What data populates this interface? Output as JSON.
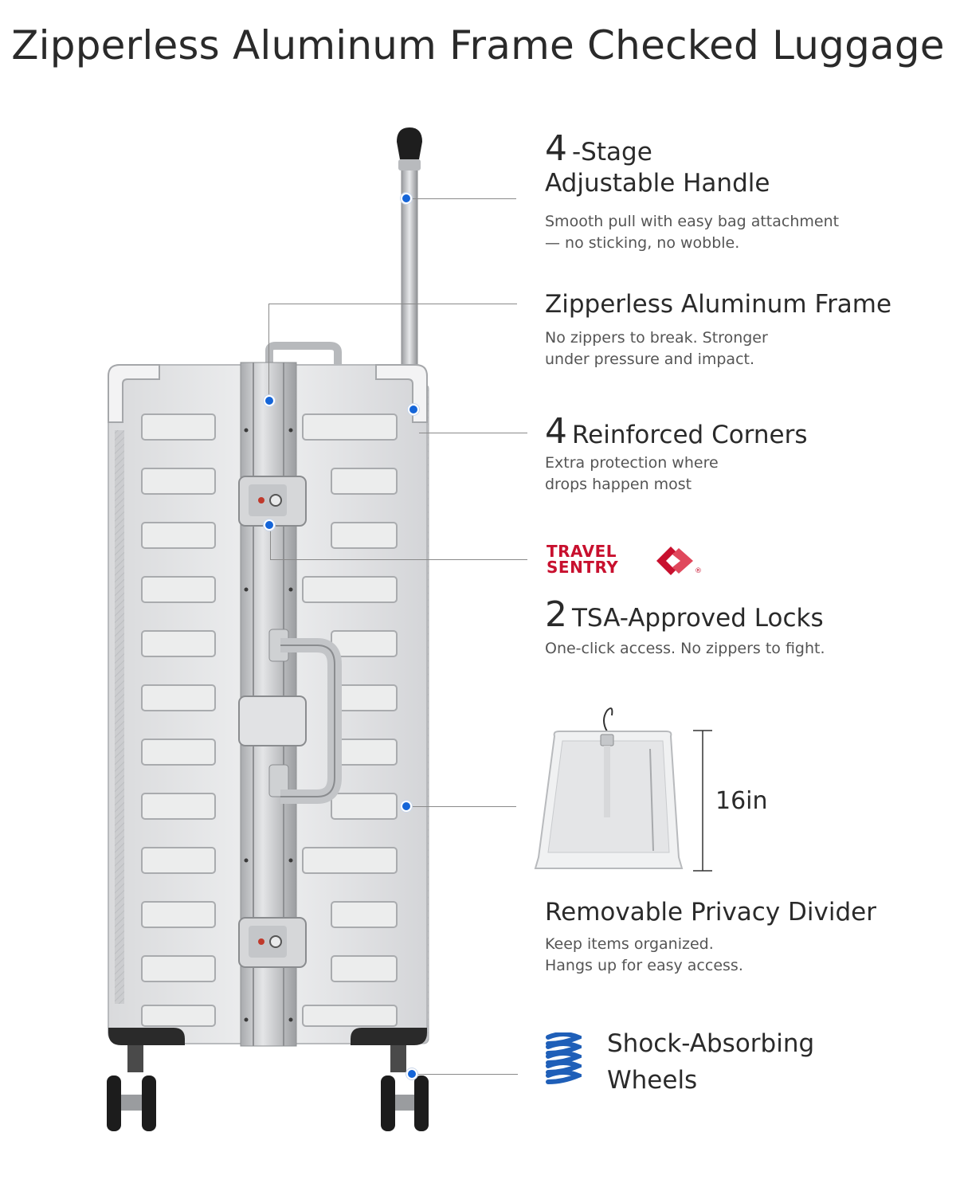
{
  "page": {
    "title": "Zipperless Aluminum Frame Checked Luggage"
  },
  "features": {
    "handle": {
      "number": "4",
      "heading_rest": "-Stage",
      "heading_line2": "Adjustable Handle",
      "desc_line1": "Smooth pull with easy bag attachment",
      "desc_line2": "— no sticking, no wobble."
    },
    "frame": {
      "heading": "Zipperless Aluminum Frame",
      "desc_line1": "No zippers to break. Stronger",
      "desc_line2": "under pressure and impact."
    },
    "corners": {
      "number": "4",
      "heading_rest": "Reinforced Corners",
      "desc_line1": "Extra protection where",
      "desc_line2": "drops happen most"
    },
    "locks": {
      "logo_line1": "TRAVEL",
      "logo_line2": "SENTRY",
      "logo_mark": "®",
      "number": "2",
      "heading_rest": "TSA-Approved Locks",
      "desc_line1": "One-click access. No zippers to fight."
    },
    "divider": {
      "dimension": "16in",
      "heading": "Removable Privacy Divider",
      "desc_line1": "Keep items organized.",
      "desc_line2": "Hangs up for easy access."
    },
    "wheels": {
      "heading_line1": "Shock-Absorbing",
      "heading_line2": "Wheels",
      "icon": "spring-icon"
    }
  },
  "colors": {
    "dot": "#1565d8",
    "logo": "#c8102e",
    "spring": "#1f5fb8",
    "shell": "#e3e4e6",
    "frame": "#c9cbce"
  }
}
